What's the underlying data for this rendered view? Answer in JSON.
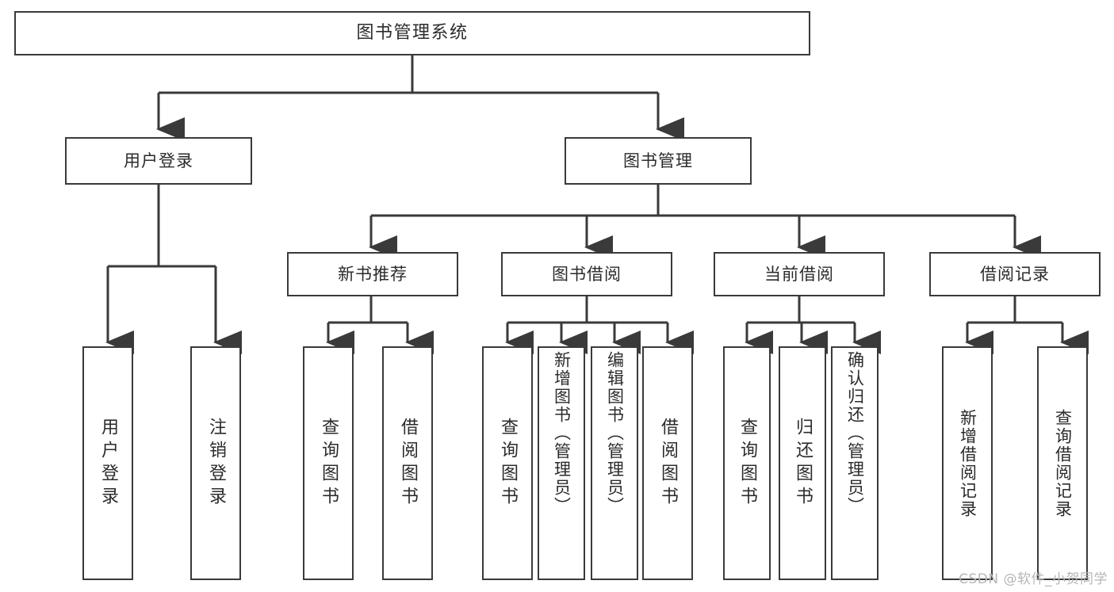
{
  "diagram": {
    "title": "图书管理系统",
    "type": "tree-hierarchy-diagram",
    "colors": {
      "box_border": "#3a3a3a",
      "box_fill": "#ffffff",
      "edge": "#3a3a3a",
      "text": "#2b2b2b",
      "watermark": "#b6b6b6",
      "background": "#ffffff"
    },
    "root": {
      "label": "图书管理系统"
    },
    "level2": [
      {
        "label": "用户登录"
      },
      {
        "label": "图书管理"
      }
    ],
    "level3": [
      {
        "label": "新书推荐"
      },
      {
        "label": "图书借阅"
      },
      {
        "label": "当前借阅"
      },
      {
        "label": "借阅记录"
      }
    ],
    "leaves": {
      "user_login": [
        {
          "label": "用户登录"
        },
        {
          "label": "注销登录"
        }
      ],
      "new_book": [
        {
          "label": "查询图书"
        },
        {
          "label": "借阅图书"
        }
      ],
      "book_borrow": [
        {
          "label": "查询图书"
        },
        {
          "label": "新增图书（管理员）"
        },
        {
          "label": "编辑图书（管理员）"
        },
        {
          "label": "借阅图书"
        }
      ],
      "current_borrow": [
        {
          "label": "查询图书"
        },
        {
          "label": "归还图书"
        },
        {
          "label": "确认归还（管理员）"
        }
      ],
      "borrow_record": [
        {
          "label": "新增借阅记录"
        },
        {
          "label": "查询借阅记录"
        }
      ]
    },
    "watermark": "CSDN @软件_小贺同学"
  }
}
